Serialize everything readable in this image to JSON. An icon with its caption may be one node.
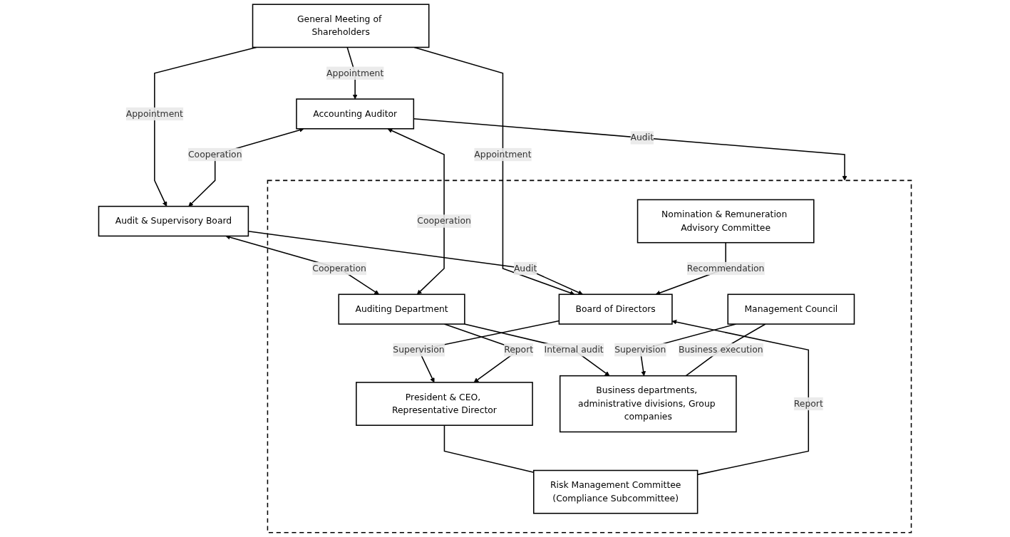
{
  "diagram": {
    "nodes": [
      {
        "text": [
          "General Meeting of Shareholders"
        ]
      },
      {
        "text": [
          "Accounting Auditor"
        ]
      },
      {
        "text": [
          "Audit & Supervisory Board"
        ]
      },
      {
        "text": [],
        "shape": "box"
      },
      {
        "text": [
          "Board of Directors"
        ],
        "in": 3
      },
      {
        "text": [
          "Nomination & Remuneration Advisory Committee"
        ],
        "in": 3
      },
      {
        "text": [
          "Auditing Department"
        ],
        "in": 3
      },
      {
        "text": [
          "President & CEO, Representative Director"
        ],
        "in": 3
      },
      {
        "text": [
          "Management Council"
        ],
        "in": 3
      },
      {
        "text": [
          "Risk Management Committee",
          "(Compliance Subcommittee)"
        ],
        "in": 3
      },
      {
        "text": [
          "Business departments, administrative divisions, Group companies"
        ],
        "in": 3
      }
    ],
    "edges": [
      {
        "from": 0,
        "to": 1,
        "arrow": "to",
        "label": "Appointment"
      },
      {
        "from": 0,
        "to": 2,
        "arrow": "to",
        "label": "Appointment"
      },
      {
        "from": 0,
        "to": 4,
        "arrow": "to",
        "label": "Appointment"
      },
      {
        "from": 1,
        "to": 2,
        "arrow": "both",
        "label": "Cooperation"
      },
      {
        "from": 2,
        "to": 4,
        "arrow": "to",
        "label": "Audit"
      },
      {
        "from": 2,
        "to": 6,
        "arrow": "both",
        "label": "Cooperation"
      },
      {
        "from": 1,
        "to": 3,
        "arrow": "to",
        "label": "Audit"
      },
      {
        "from": 1,
        "to": 6,
        "arrow": "both",
        "label": "Cooperation"
      },
      {
        "from": 5,
        "to": 4,
        "arrow": "to",
        "label": "Recommendation"
      },
      {
        "from": 4,
        "to": 7,
        "arrow": "to",
        "label": "Supervision"
      },
      {
        "from": 6,
        "to": 7,
        "arrow": "to",
        "label": "Report"
      },
      {
        "from": 7,
        "to": 9,
        "arrow": "none"
      },
      {
        "from": 9,
        "to": 4,
        "arrow": "to",
        "label": "Report"
      },
      {
        "from": 6,
        "to": 10,
        "arrow": "to",
        "label": "Internal audit"
      },
      {
        "from": 8,
        "to": 10,
        "arrow": "to",
        "label": "Supervision"
      },
      {
        "from": 8,
        "to": 10,
        "arrow": "none",
        "label": "Business execution"
      }
    ]
  }
}
